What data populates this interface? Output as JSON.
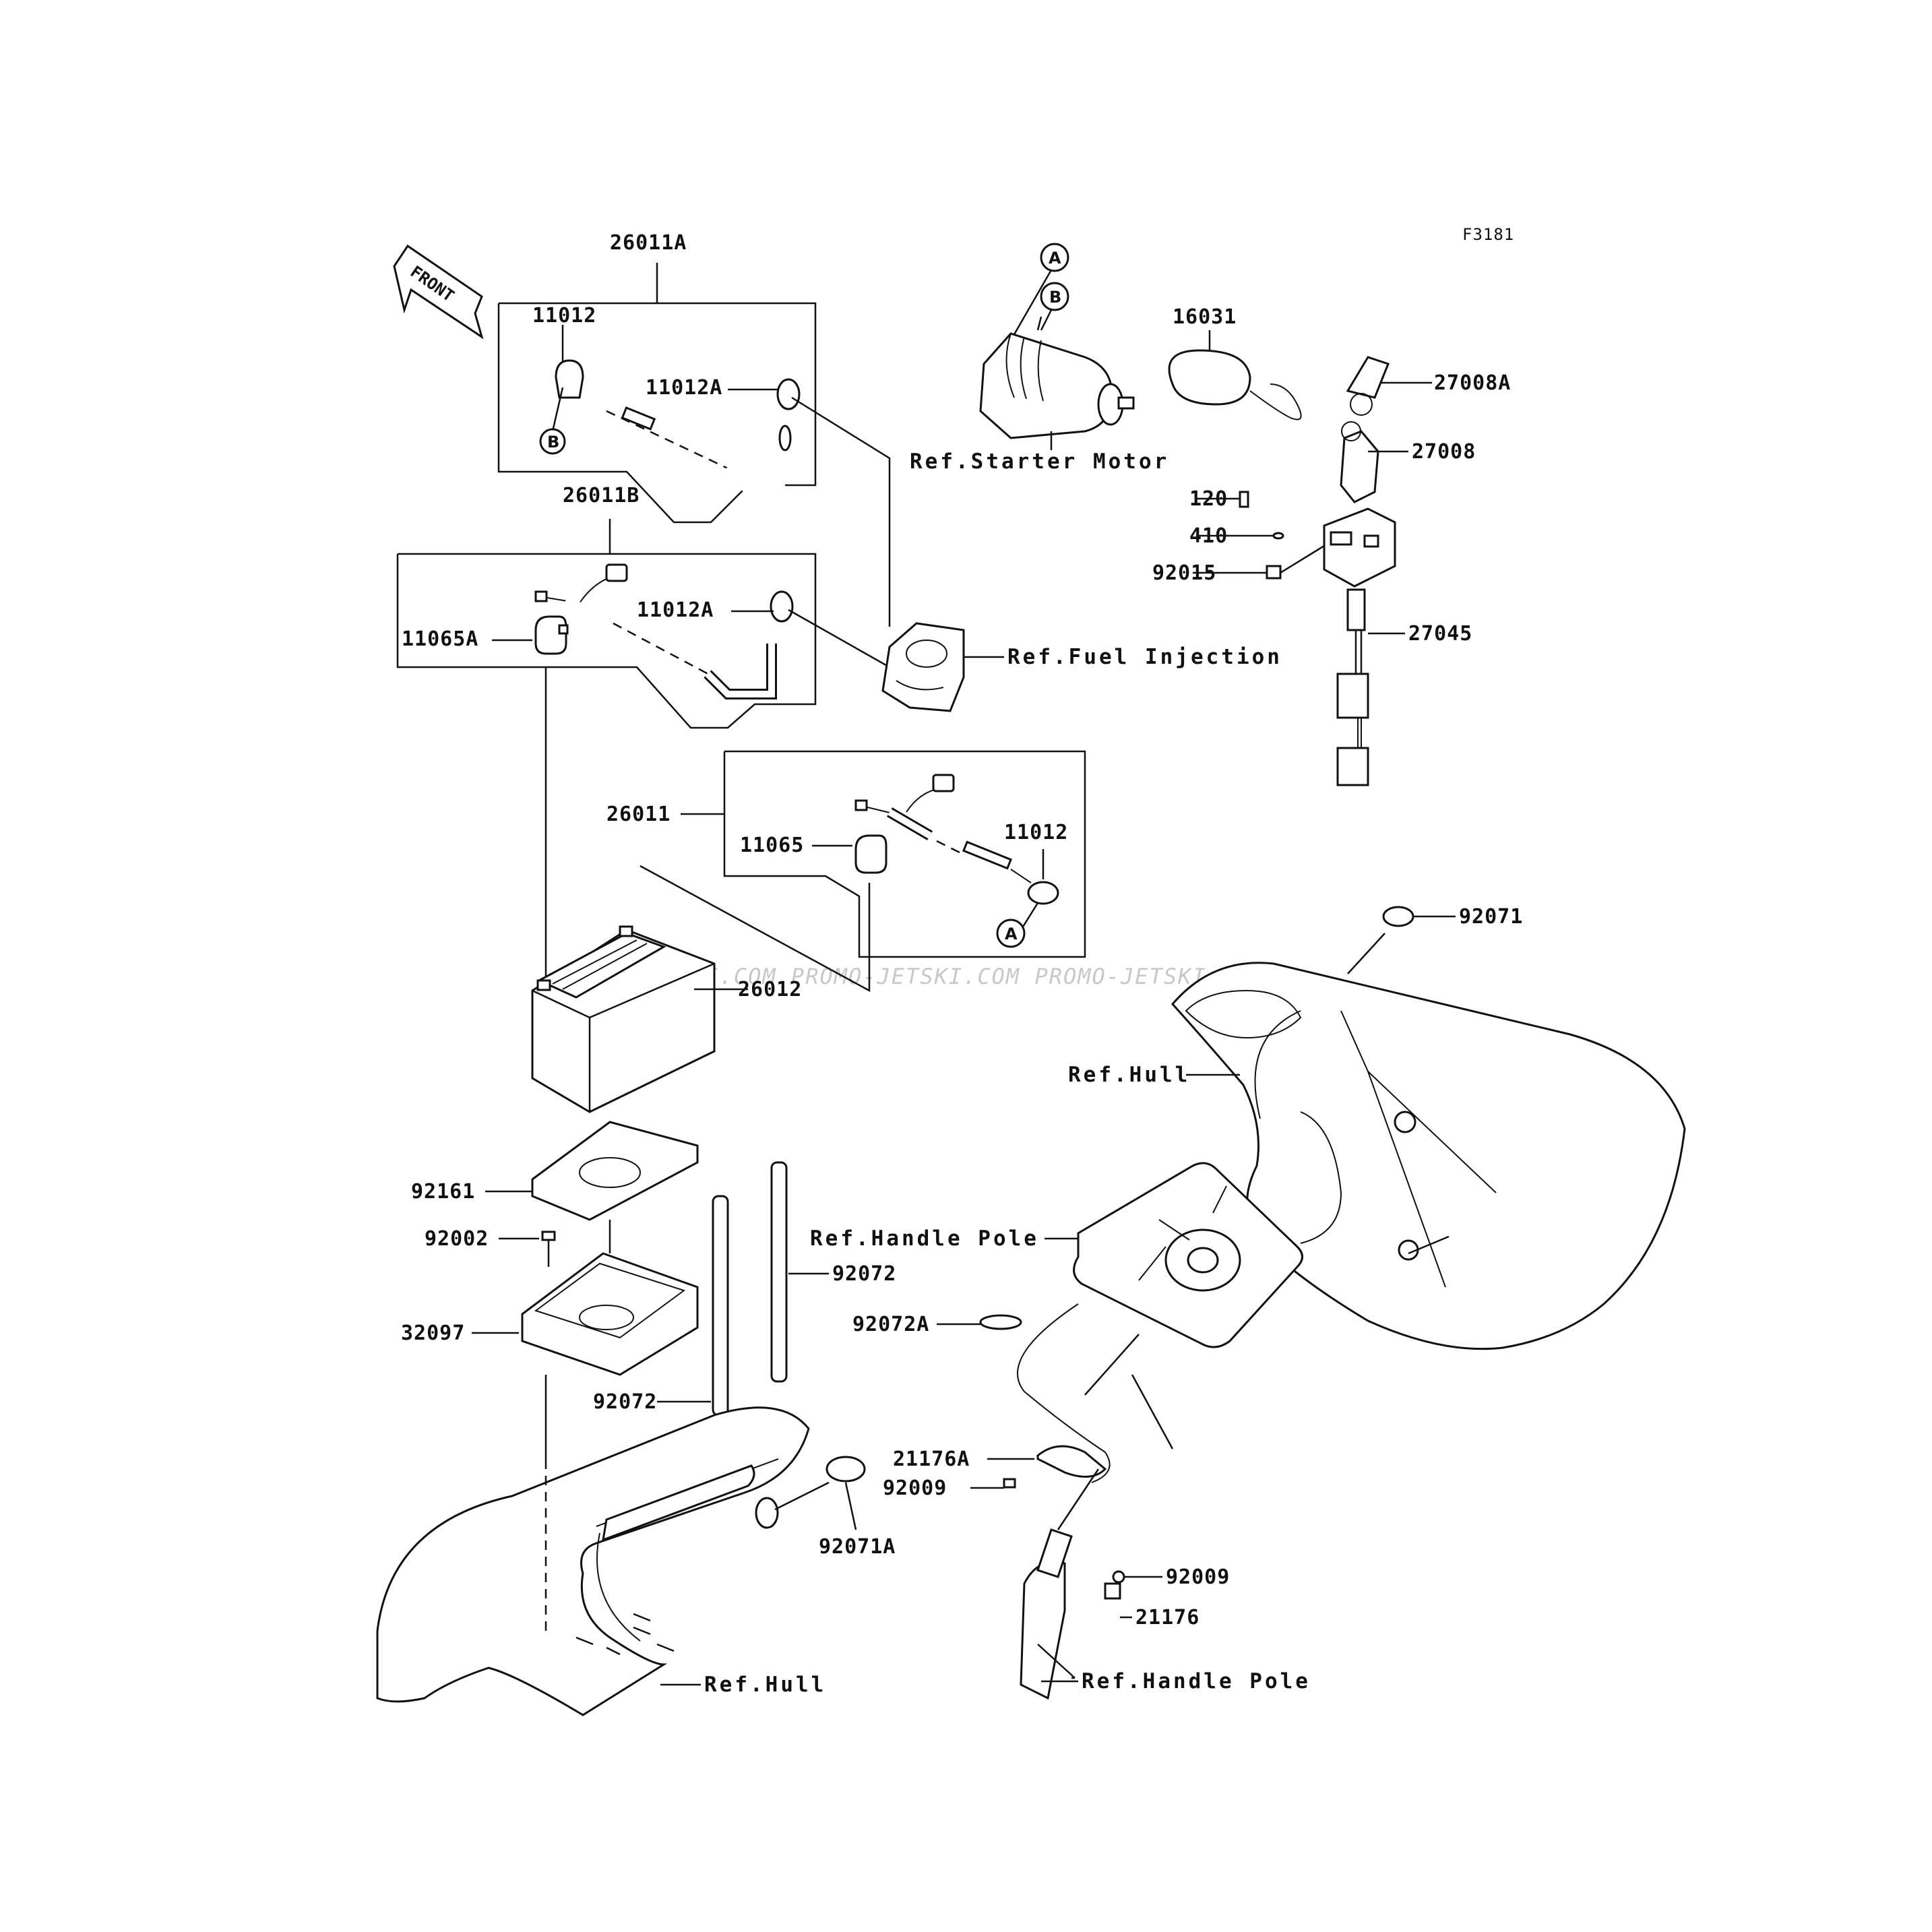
{
  "diagram": {
    "code": "F3181",
    "front_label": "FRONT",
    "watermark": "JETSKI.COM  PROMO-JETSKI.COM  PROMO-JETSKI.COM",
    "circle_refs": {
      "a": "A",
      "b": "B"
    },
    "parts": {
      "p26011A": "26011A",
      "p11012_top": "11012",
      "p11012A_top": "11012A",
      "p26011B": "26011B",
      "p11065A": "11065A",
      "p11012A_mid": "11012A",
      "p26011": "26011",
      "p11065": "11065",
      "p11012_mid": "11012",
      "p26012": "26012",
      "p16031": "16031",
      "p27008A": "27008A",
      "p27008": "27008",
      "p120": "120",
      "p410": "410",
      "p92015": "92015",
      "p27045": "27045",
      "p92071": "92071",
      "p92161": "92161",
      "p92002": "92002",
      "p32097": "32097",
      "p92072_right": "92072",
      "p92072_left": "92072",
      "p92072A": "92072A",
      "p21176A": "21176A",
      "p92009_left": "92009",
      "p92071A": "92071A",
      "p92009_right": "92009",
      "p21176": "21176"
    },
    "references": {
      "starter_motor": "Ref.Starter Motor",
      "fuel_injection": "Ref.Fuel Injection",
      "hull_right": "Ref.Hull",
      "handle_pole_top": "Ref.Handle Pole",
      "hull_bottom": "Ref.Hull",
      "handle_pole_bottom": "Ref.Handle Pole"
    }
  }
}
